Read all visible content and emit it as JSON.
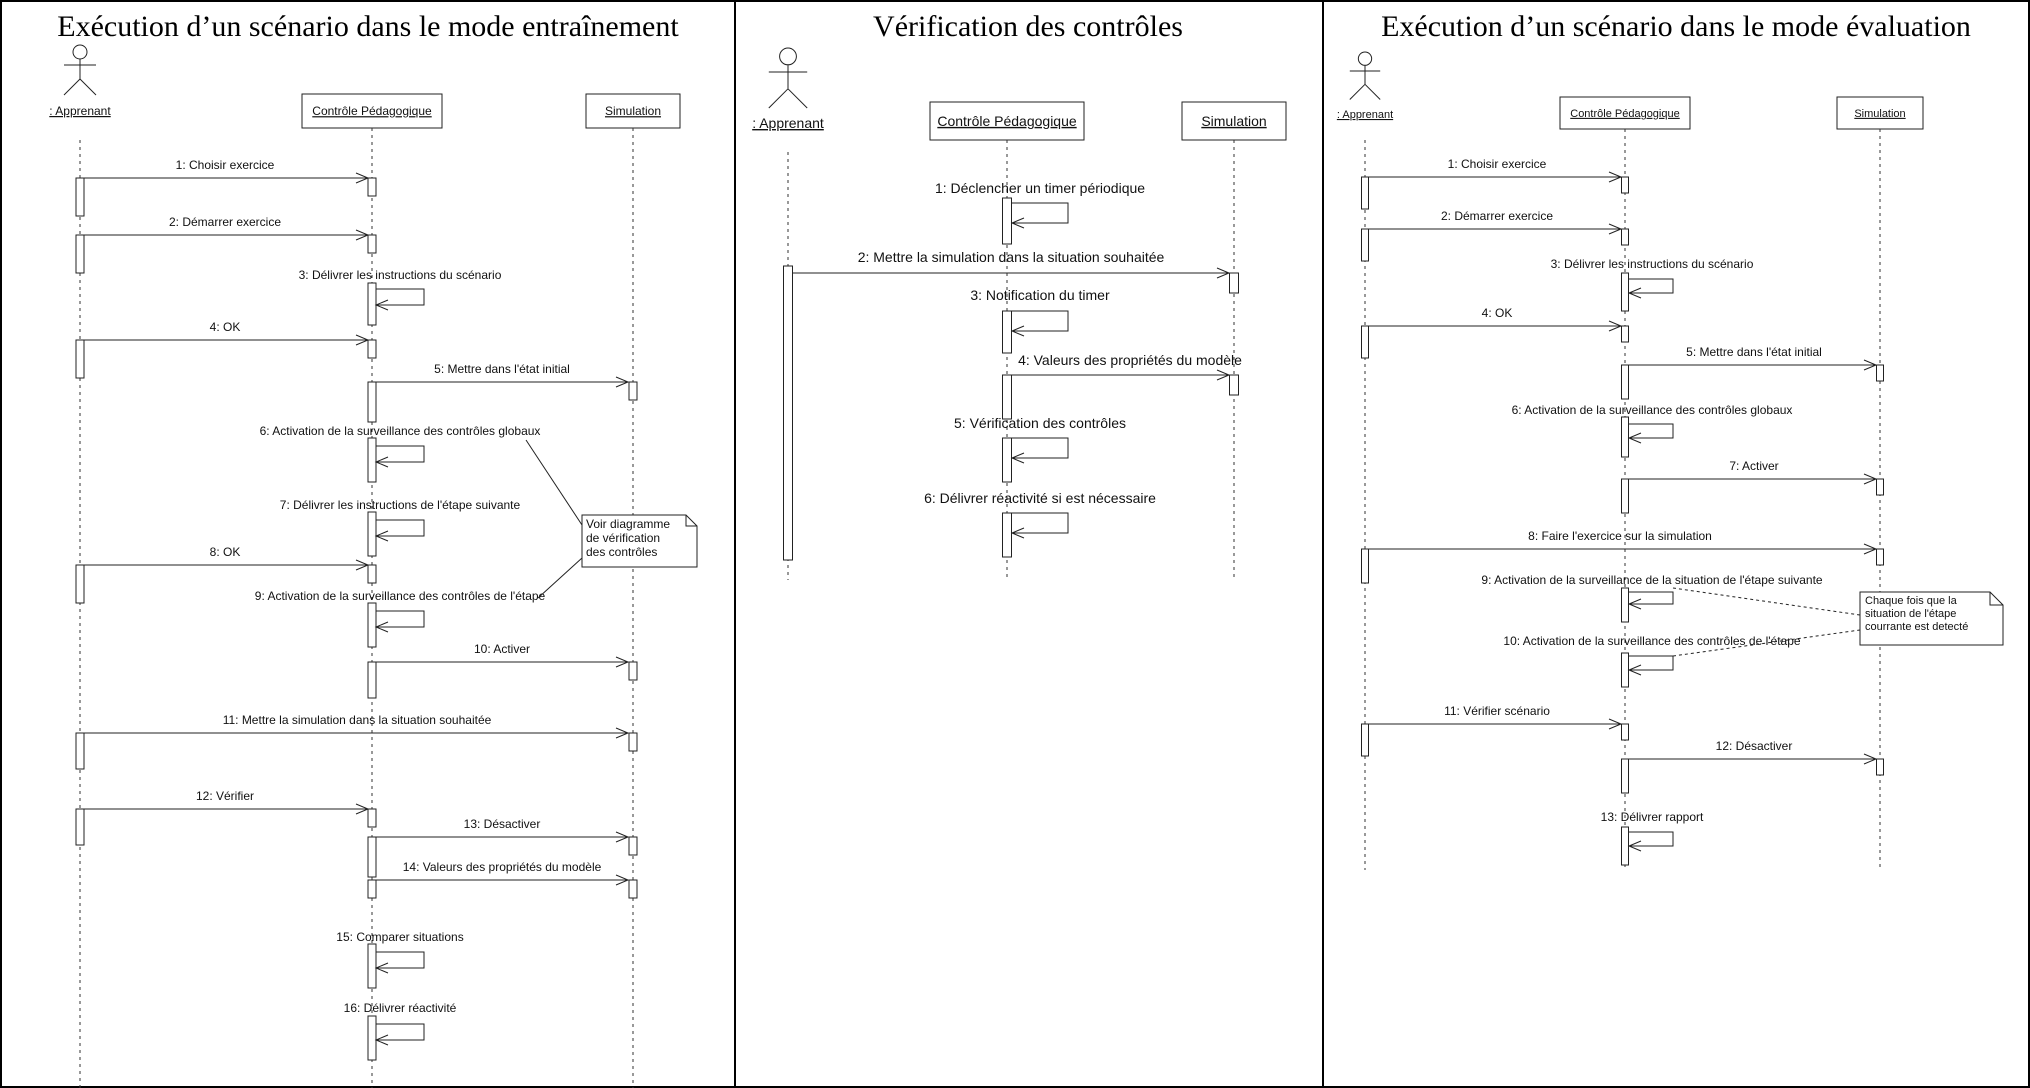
{
  "panels": [
    {
      "title": "Exécution d’un scénario dans le mode entraînement",
      "actor": ": Apprenant",
      "objects": [
        "Contrôle Pédagogique",
        "Simulation"
      ],
      "messages": [
        "1: Choisir exercice",
        "2: Démarrer exercice",
        "3: Délivrer les instructions du scénario",
        "4: OK",
        "5: Mettre dans l'état  initial",
        "6: Activation de la surveillance des contrôles globaux",
        "7: Délivrer les instructions de l'étape suivante",
        "8: OK",
        "9: Activation de la surveillance des contrôles de l'étape",
        "10: Activer",
        "11: Mettre la simulation dans la situation souhaitée",
        "12: Vérifier",
        "13: Désactiver",
        "14: Valeurs des propriétés du modèle",
        "15: Comparer situations",
        "16: Délivrer réactivité"
      ],
      "note": [
        "Voir diagramme",
        "de vérification",
        "des contrôles"
      ]
    },
    {
      "title": "Vérification des contrôles",
      "actor": ": Apprenant",
      "objects": [
        "Contrôle Pédagogique",
        "Simulation"
      ],
      "messages": [
        "1: Déclencher un timer périodique",
        "2: Mettre la simulation dans la situation souhaitée",
        "3: Notification du timer",
        "4: Valeurs des propriétés du modèle",
        "5: Vérification des contrôles",
        "6: Délivrer réactivité si est nécessaire"
      ]
    },
    {
      "title": "Exécution d’un scénario dans le mode évaluation",
      "actor": ": Apprenant",
      "objects": [
        "Contrôle Pédagogique",
        "Simulation"
      ],
      "messages": [
        "1: Choisir exercice",
        "2: Démarrer exercice",
        "3: Délivrer les instructions du scénario",
        "4: OK",
        "5: Mettre dans l'état  initial",
        "6: Activation de la surveillance des contrôles globaux",
        "7: Activer",
        "8: Faire l'exercice sur la simulation",
        "9: Activation de la surveillance de la situation de l'étape suivante",
        "10: Activation de la surveillance des contrôles de l'étape",
        "11: Vérifier scénario",
        "12: Désactiver",
        "13: Délivrer rapport"
      ],
      "note": [
        "Chaque fois que la",
        "situation de l'étape",
        "courrante est detecté"
      ]
    }
  ]
}
